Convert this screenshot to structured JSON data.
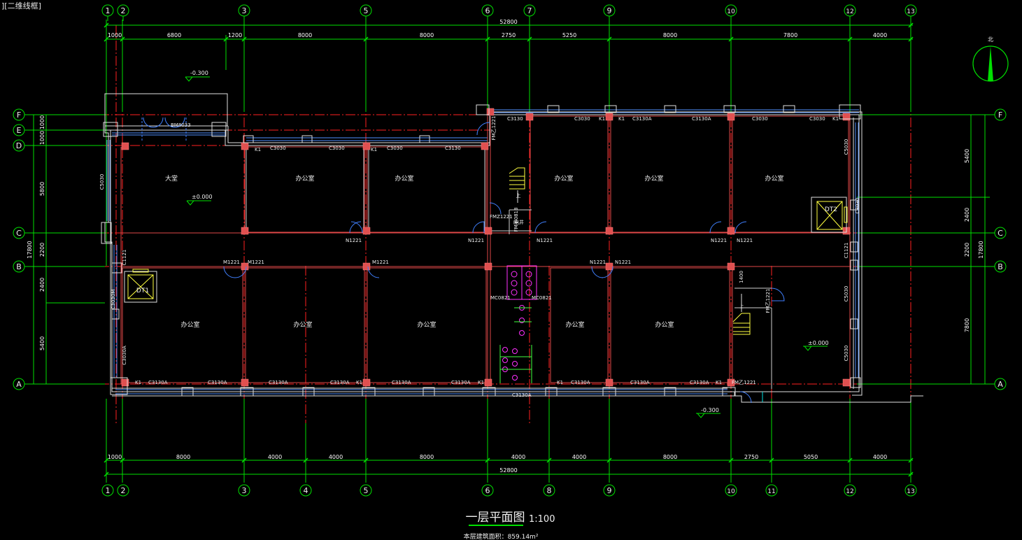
{
  "viewport_label": "][二维线框]",
  "colors": {
    "background": "#000000",
    "axis_line": "#ff2020",
    "dim_line": "#00e000",
    "wall": "#e0e0e0",
    "window": "#5090ff",
    "column": "#e05050",
    "text": "#f0f0f0",
    "fixture": "#ff30ff",
    "stair": "#ffff40",
    "dim_text": "#ffffff"
  },
  "grid": {
    "vertical_top": [
      "1",
      "2",
      "3",
      "5",
      "6",
      "7",
      "9",
      "10",
      "12",
      "13"
    ],
    "vertical_bottom": [
      "1",
      "2",
      "3",
      "4",
      "5",
      "6",
      "8",
      "9",
      "10",
      "11",
      "12",
      "13"
    ],
    "horizontal_left": [
      "F",
      "E",
      "D",
      "C",
      "B",
      "A"
    ],
    "horizontal_right": [
      "F",
      "C",
      "B",
      "A"
    ]
  },
  "dimensions": {
    "top_total": "52800",
    "top_segments": [
      "1000",
      "6800",
      "1200",
      "8000",
      "8000",
      "2750",
      "5250",
      "8000",
      "7800",
      "4000"
    ],
    "bottom_total": "52800",
    "bottom_segments": [
      "1000",
      "8000",
      "4000",
      "4000",
      "8000",
      "4000",
      "4000",
      "8000",
      "2750",
      "5050",
      "4000"
    ],
    "left_total": "17800",
    "left_segments": [
      "1000",
      "1000",
      "5800",
      "2200",
      "2400",
      "5400"
    ],
    "right_total": "17800",
    "right_segments": [
      "5400",
      "2400",
      "2200",
      "7800"
    ]
  },
  "rooms": {
    "lobby": "大堂",
    "office": "办公室",
    "electric_well": "电井"
  },
  "elevations": {
    "outdoor_top": "-0.300",
    "floor_lobby": "±0.000",
    "floor_right": "±0.000",
    "outdoor_bottom": "-0.300"
  },
  "labels": {
    "lobby_door": "BM8033",
    "elevator_1": "DT1",
    "elevator_2": "DT2",
    "stair_up": "上",
    "fire_door_fm": "FM乙1221",
    "fire_door_fmz": "FMZ1221",
    "fire_door_fmj": "FM乙1221",
    "fire_door_bottom": "FM乙1221",
    "elec_well_door": "FM甲0818",
    "window_c3030": "C3030",
    "window_c3130": "C3130",
    "window_c3130a": "C3130A",
    "window_c5030": "C5030",
    "window_c1121": "C1121",
    "window_c3030m": "C3030M",
    "window_c3030a": "C3030A",
    "door_m1221": "M1221",
    "door_n1221": "N1221",
    "door_mc0821": "MC0821",
    "k1": "K1",
    "north": "北"
  },
  "title": {
    "main": "一层平面图",
    "scale": "1:100",
    "area": "本层建筑面积：859.14m²"
  }
}
